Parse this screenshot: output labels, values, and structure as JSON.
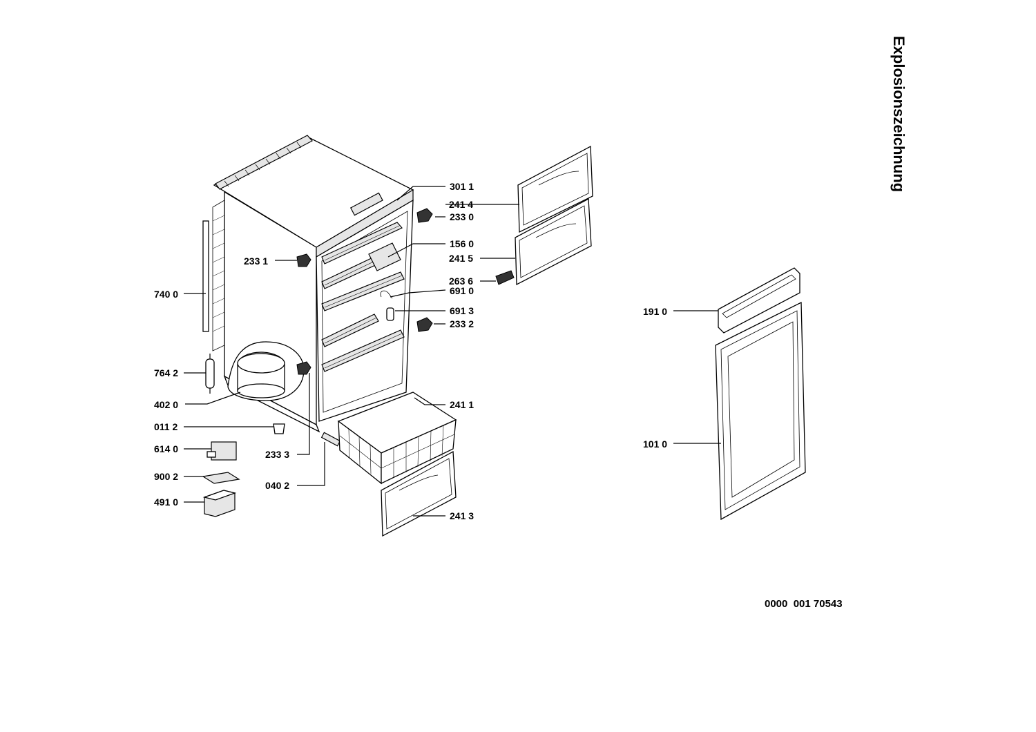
{
  "title": "Explosionszeichnung",
  "reference_number": "0000  001 70543",
  "labels": {
    "p301_1": "301 1",
    "p241_4": "241 4",
    "p233_0": "233 0",
    "p156_0": "156 0",
    "p241_5": "241 5",
    "p233_1": "233 1",
    "p263_6": "263 6",
    "p691_0": "691 0",
    "p740_0": "740 0",
    "p691_3": "691 3",
    "p233_2": "233 2",
    "p764_2": "764 2",
    "p402_0": "402 0",
    "p241_1": "241 1",
    "p011_2": "011 2",
    "p614_0": "614 0",
    "p233_3": "233 3",
    "p900_2": "900 2",
    "p040_2": "040 2",
    "p491_0": "491 0",
    "p241_3": "241 3",
    "p191_0": "191 0",
    "p101_0": "101 0"
  }
}
